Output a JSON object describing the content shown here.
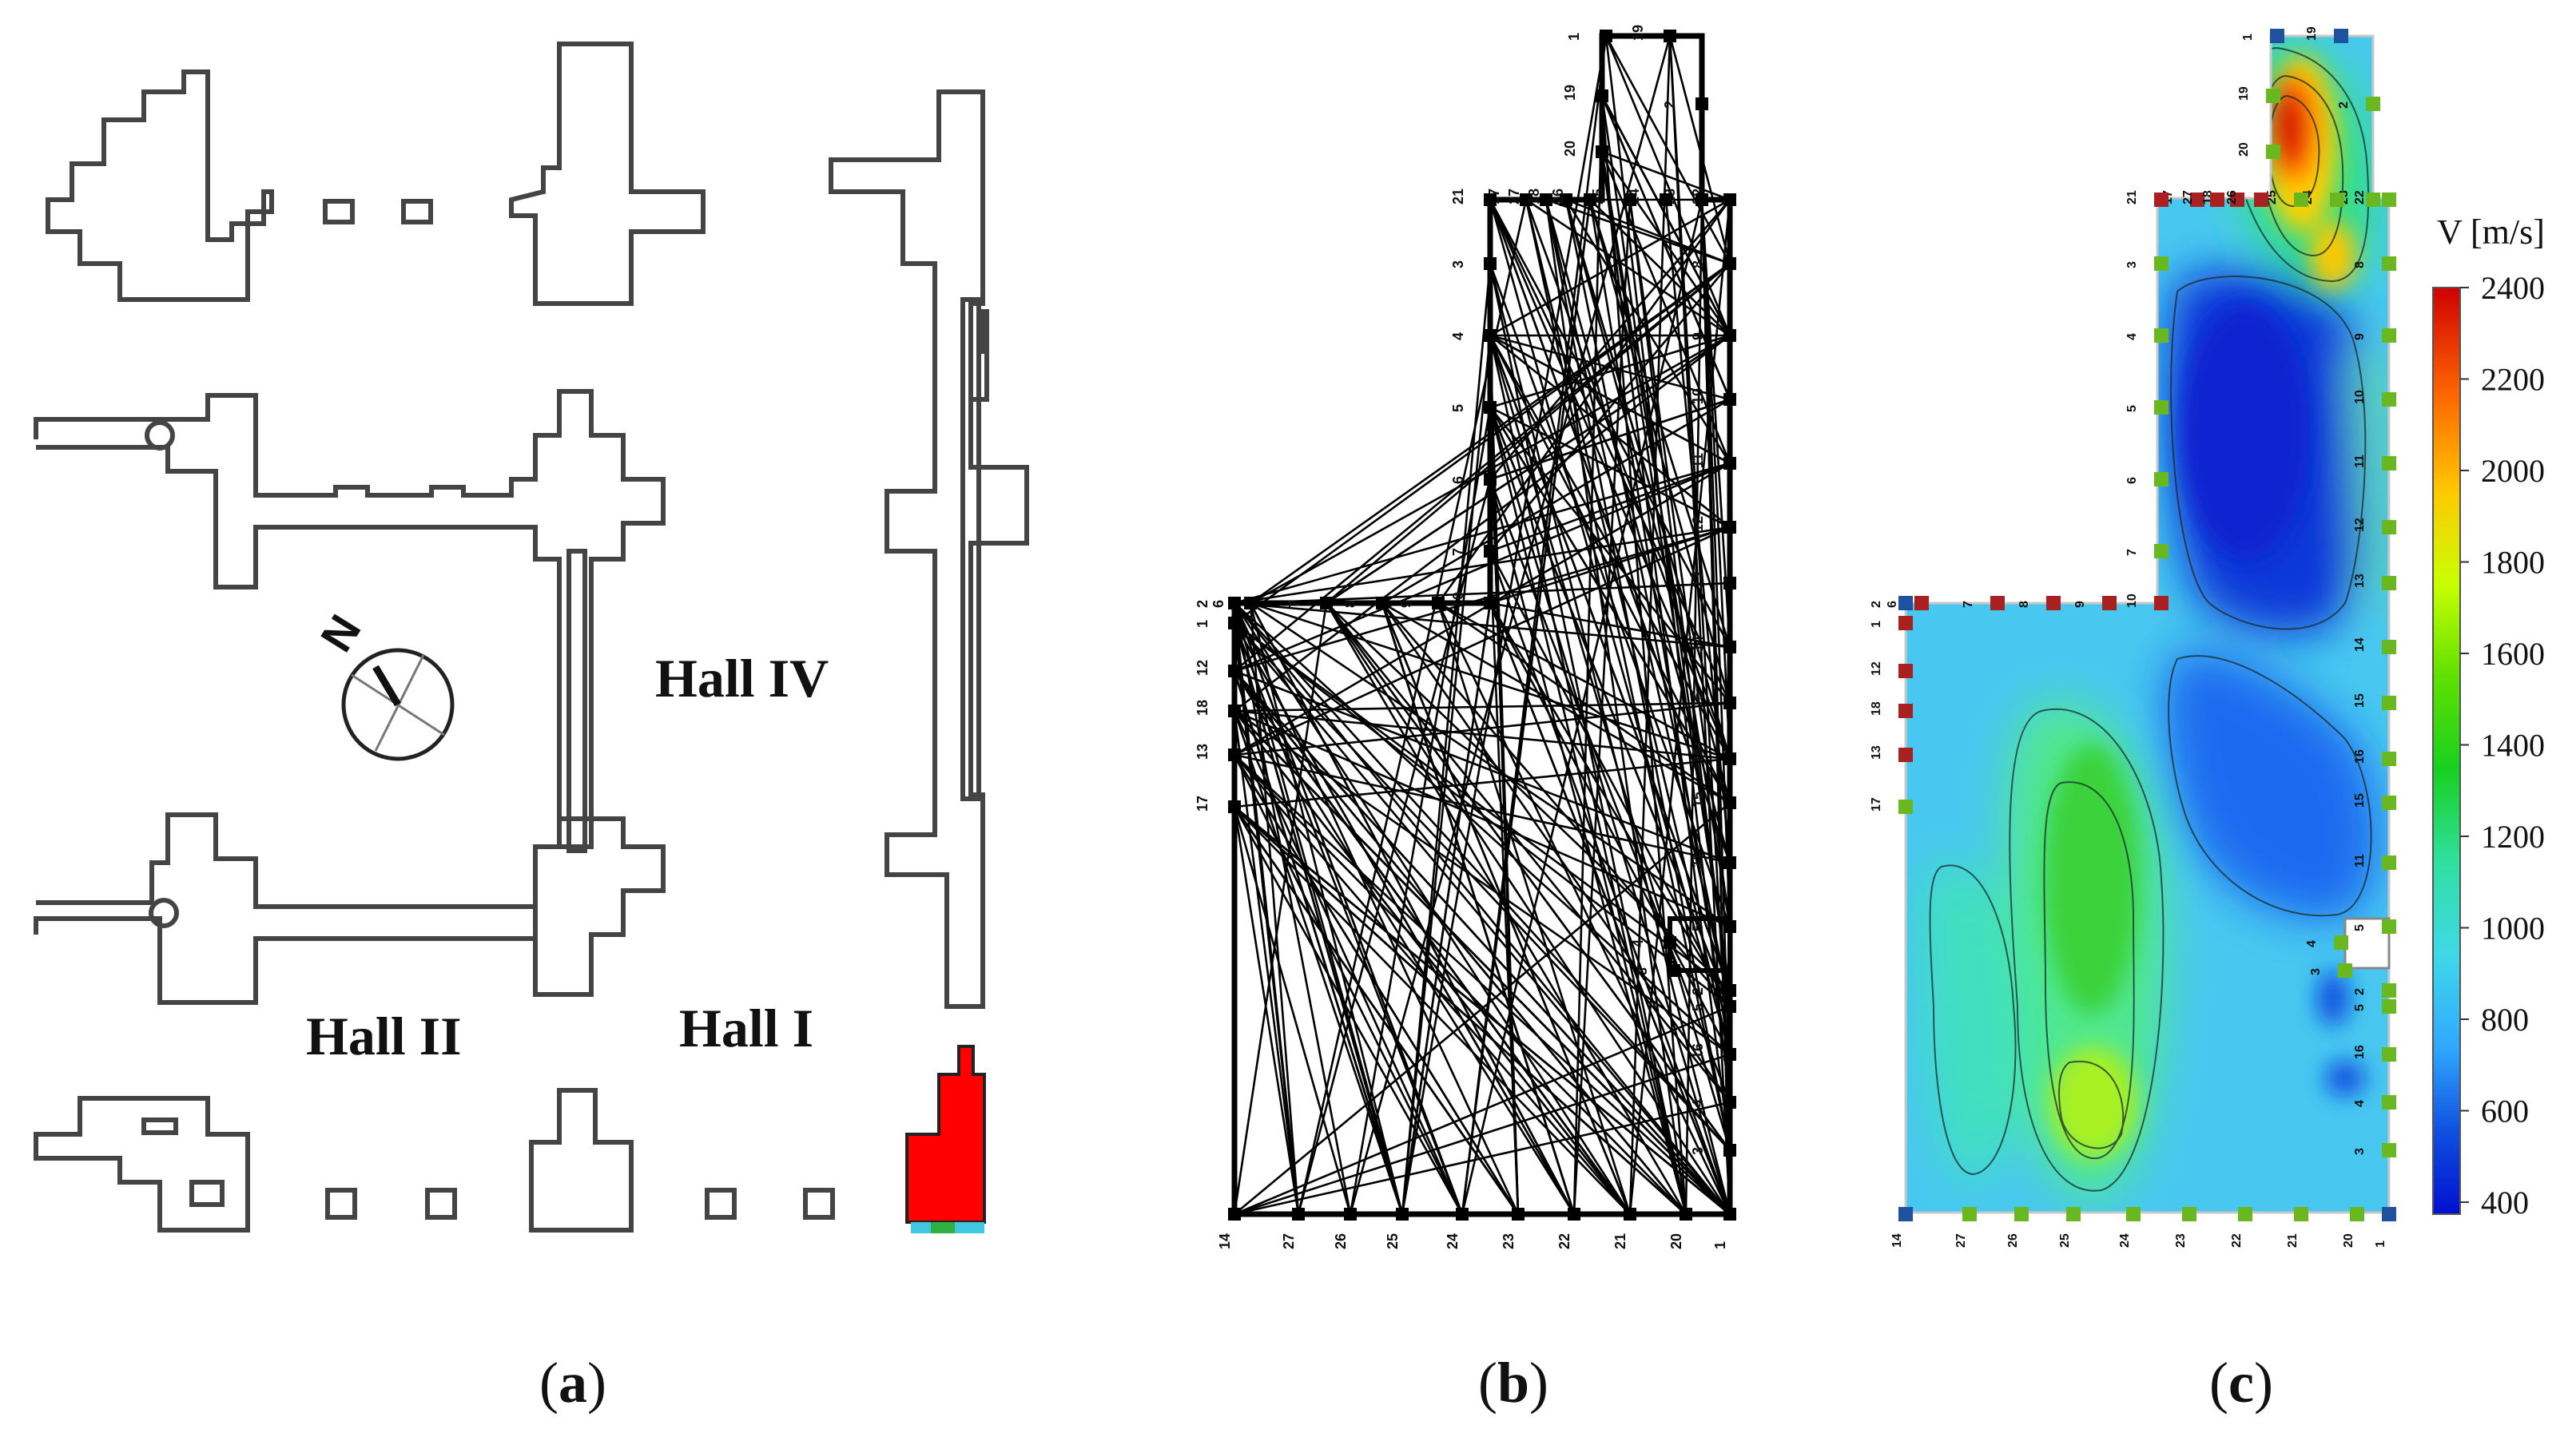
{
  "panel_a": {
    "label": "a",
    "halls": {
      "hall_iv": "Hall IV",
      "hall_ii": "Hall II",
      "hall_i": "Hall I"
    },
    "north_label": "N",
    "highlight_color": "#ff0000"
  },
  "panel_b": {
    "label": "b",
    "station_labels": [
      "1",
      "2",
      "3",
      "4",
      "5",
      "6",
      "7",
      "8",
      "9",
      "10",
      "11",
      "12",
      "13",
      "14",
      "15",
      "16",
      "17",
      "18",
      "19",
      "20",
      "21",
      "22",
      "23",
      "24",
      "25",
      "26",
      "27",
      "1",
      "2",
      "3",
      "4",
      "5",
      "6",
      "7",
      "8",
      "9",
      "10",
      "11",
      "12",
      "13",
      "14",
      "15",
      "16",
      "17",
      "18",
      "19",
      "20",
      "21",
      "22",
      "23",
      "24",
      "25",
      "26",
      "27",
      "1",
      "2",
      "3",
      "4",
      "5"
    ]
  },
  "panel_c": {
    "label": "c",
    "colorbar": {
      "title": "V [m/s]",
      "ticks": [
        "2400",
        "2200",
        "2000",
        "1800",
        "1600",
        "1400",
        "1200",
        "1000",
        "800",
        "600",
        "400"
      ],
      "colors": [
        "#d00000",
        "#ff6a00",
        "#ffc800",
        "#c8ff00",
        "#60e000",
        "#18d020",
        "#30e0a0",
        "#40d8e8",
        "#30a8ff",
        "#1050e0",
        "#0010d0"
      ]
    }
  }
}
